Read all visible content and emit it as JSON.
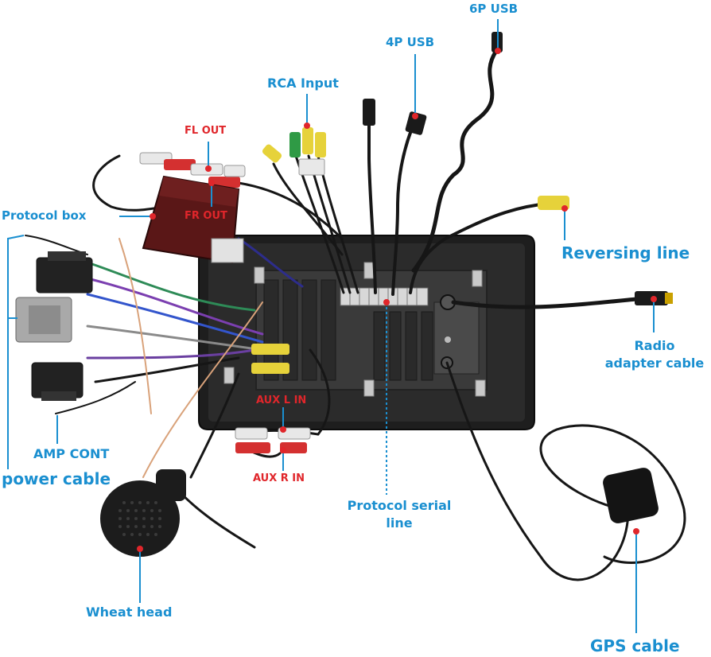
{
  "colors": {
    "label_blue": "#1a8fd0",
    "label_red": "#e0262b",
    "leader_dot": "#e0262b",
    "cable": "#1a1a1a",
    "panel": "#2b2b2b"
  },
  "labels": {
    "usb6p": "6P USB",
    "usb4p": "4P USB",
    "rca_input": "RCA Input",
    "fl_out": "FL OUT",
    "fr_out": "FR OUT",
    "protocol_box": "Protocol box",
    "reversing_line": "Reversing line",
    "radio_adapter_line1": "Radio",
    "radio_adapter_line2": "adapter cable",
    "aux_l_in": "AUX L IN",
    "aux_r_in": "AUX R IN",
    "amp_cont": "AMP CONT",
    "power_cable": "power cable",
    "protocol_serial_line1": "Protocol serial",
    "protocol_serial_line2": "line",
    "wheat_head": "Wheat head",
    "gps_cable": "GPS cable"
  }
}
